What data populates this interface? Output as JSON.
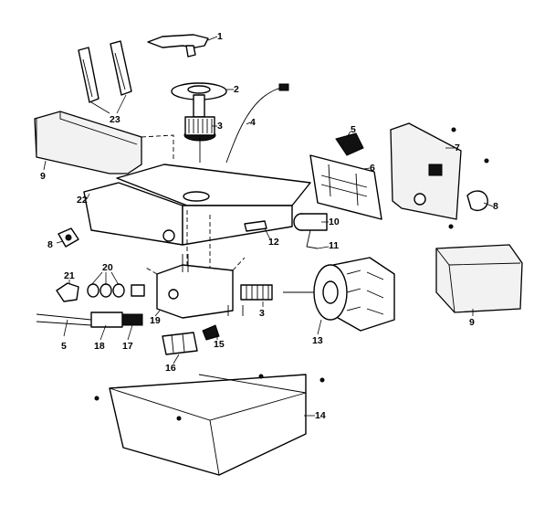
{
  "callouts": {
    "c1": "1",
    "c2": "2",
    "c3a": "3",
    "c3b": "3",
    "c4": "4",
    "c5a": "5",
    "c5b": "5",
    "c6": "6",
    "c7": "7",
    "c8a": "8",
    "c8b": "8",
    "c9a": "9",
    "c9b": "9",
    "c10": "10",
    "c11": "11",
    "c12": "12",
    "c13": "13",
    "c14": "14",
    "c15": "15",
    "c16": "16",
    "c17": "17",
    "c18": "18",
    "c19": "19",
    "c20": "20",
    "c21": "21",
    "c22": "22",
    "c23": "23"
  }
}
